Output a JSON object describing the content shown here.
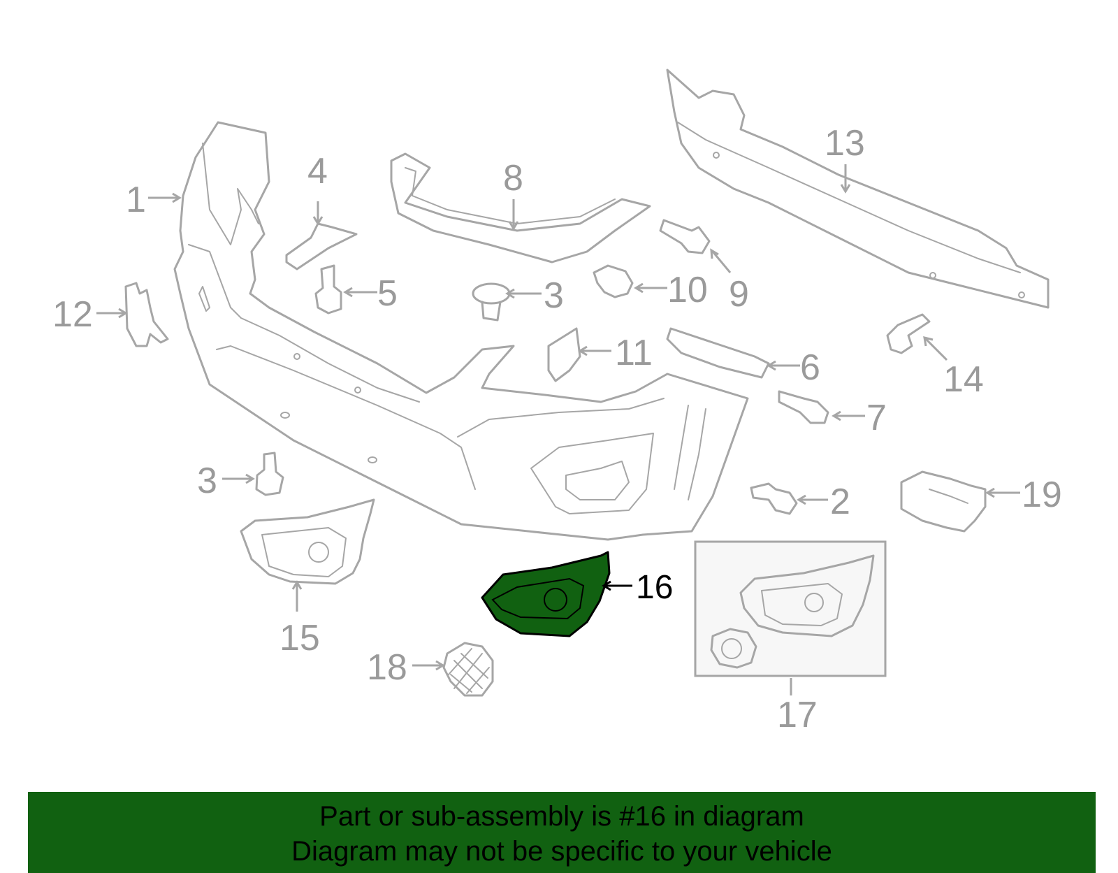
{
  "diagram": {
    "labels": {
      "l1": "1",
      "l2": "2",
      "l3a": "3",
      "l3b": "3",
      "l4": "4",
      "l5": "5",
      "l6": "6",
      "l7": "7",
      "l8": "8",
      "l9": "9",
      "l10": "10",
      "l11": "11",
      "l12": "12",
      "l13": "13",
      "l14": "14",
      "l15": "15",
      "l16": "16",
      "l17": "17",
      "l18": "18",
      "l19": "19"
    },
    "highlight_color": "#116111",
    "part_color": "#a6a6a6"
  },
  "banner": {
    "line1": "Part or sub-assembly is #16 in diagram",
    "line2": "Diagram may not be specific to your vehicle",
    "color": "#116111"
  }
}
